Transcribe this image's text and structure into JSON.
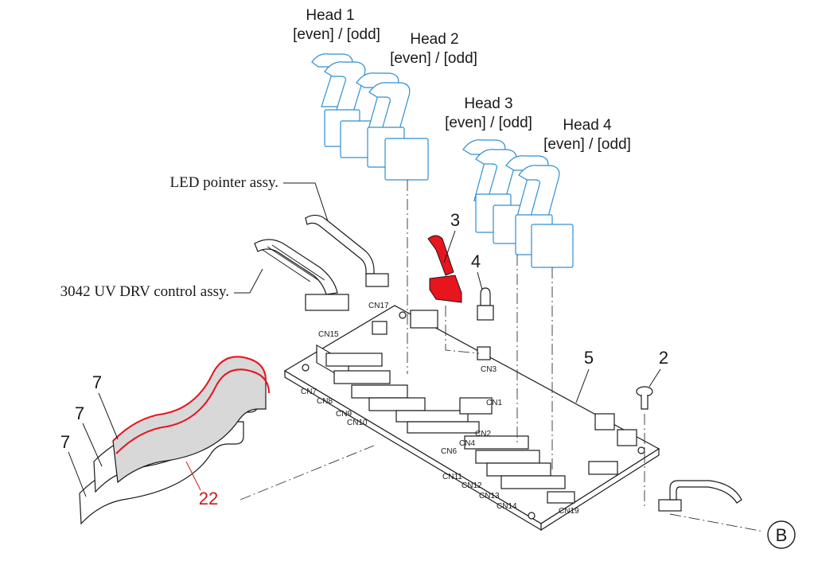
{
  "diagram": {
    "heads": [
      {
        "title": "Head 1",
        "sub": "[even] / [odd]"
      },
      {
        "title": "Head 2",
        "sub": "[even] / [odd]"
      },
      {
        "title": "Head 3",
        "sub": "[even] / [odd]"
      },
      {
        "title": "Head 4",
        "sub": "[even] / [odd]"
      }
    ],
    "labels": {
      "led_pointer": "LED pointer assy.",
      "uv_drv": "3042 UV DRV control assy."
    },
    "part_numbers": {
      "p2": "2",
      "p3": "3",
      "p4": "4",
      "p5": "5",
      "p7a": "7",
      "p7b": "7",
      "p7c": "7",
      "p22": "22",
      "pB": "B"
    },
    "connectors": {
      "cn1": "CN1",
      "cn2": "CN2",
      "cn3": "CN3",
      "cn4": "CN4",
      "cn6": "CN6",
      "cn7": "CN7",
      "cn8": "CN8",
      "cn9": "CN9",
      "cn10": "CN10",
      "cn11": "CN11",
      "cn12": "CN12",
      "cn13": "CN13",
      "cn14": "CN14",
      "cn15": "CN15",
      "cn17": "CN17",
      "cn19": "CN19"
    },
    "colors": {
      "highlight": "#e8141e",
      "cable_blue": "#2f8fd0",
      "callout_red": "#d01818"
    }
  }
}
